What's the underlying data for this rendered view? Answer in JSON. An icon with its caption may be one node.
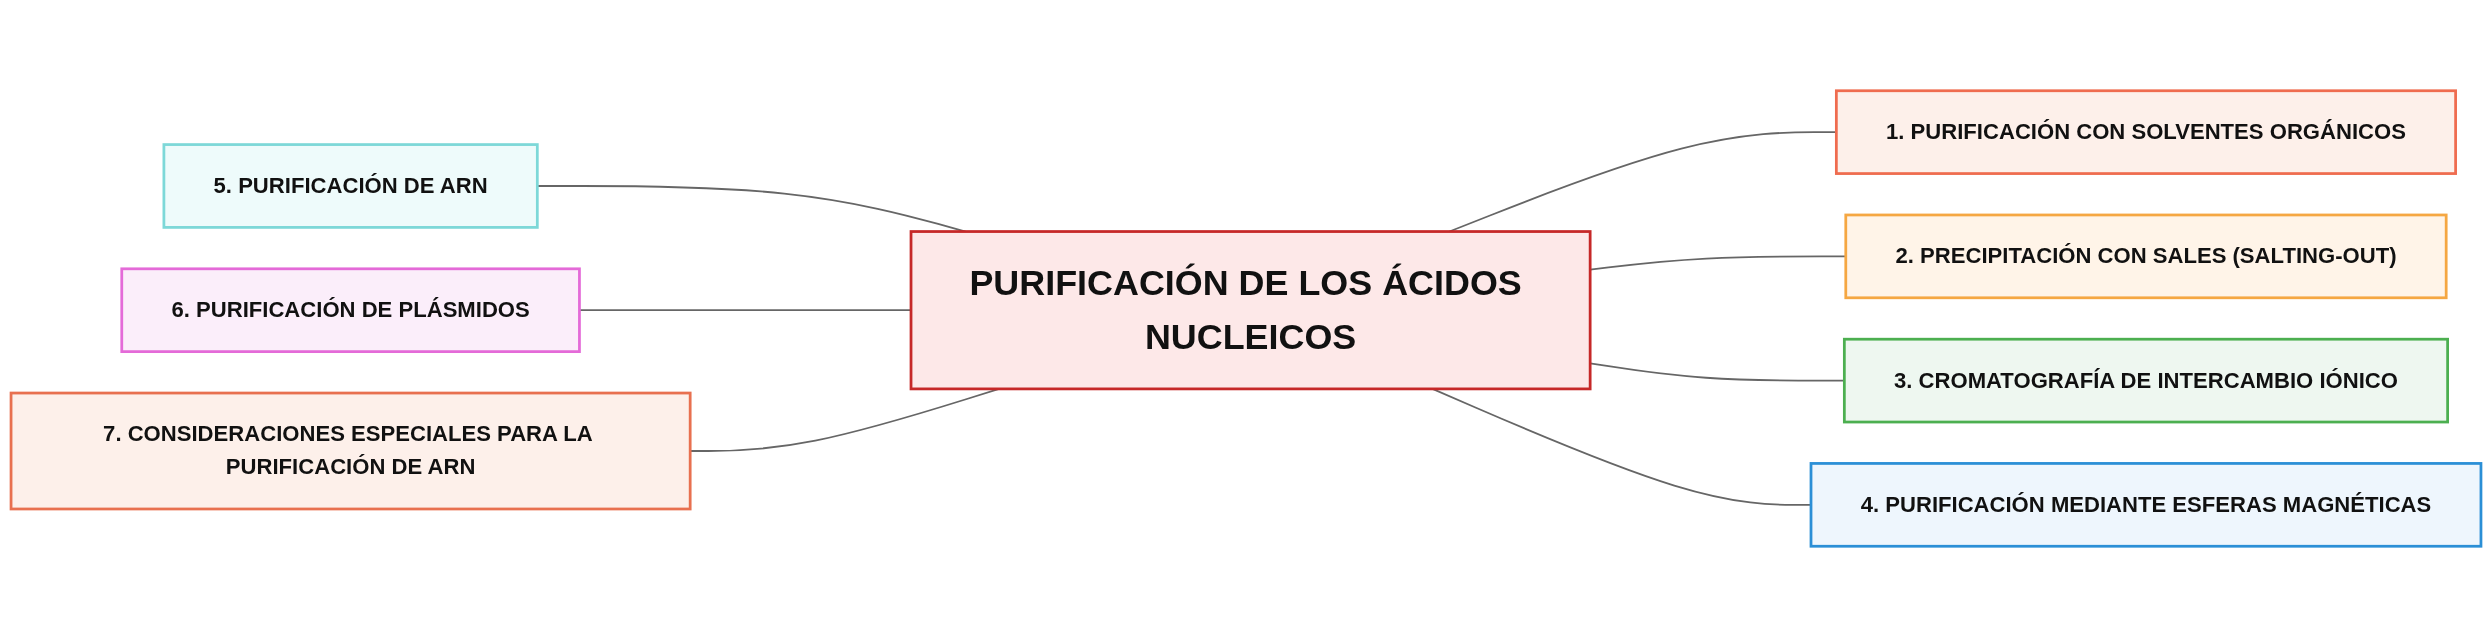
{
  "diagram": {
    "nodes": [
      {
        "text": [
          "PURIFICACIÓN DE LOS ÁCIDOS NUCLEICOS"
        ]
      },
      {
        "text": [
          "1. PURIFICACIÓN CON SOLVENTES ORGÁNICOS"
        ]
      },
      {
        "text": [
          "2. PRECIPITACIÓN CON SALES (SALTING-OUT)"
        ]
      },
      {
        "text": [
          "3. CROMATOGRAFÍA DE INTERCAMBIO IÓNICO"
        ]
      },
      {
        "text": [
          "4. PURIFICACIÓN MEDIANTE ESFERAS MAGNÉTICAS"
        ]
      },
      {
        "text": [
          "5. PURIFICACIÓN DE ARN"
        ]
      },
      {
        "text": [
          "6. PURIFICACIÓN DE PLÁSMIDOS"
        ]
      },
      {
        "text": [
          "7. CONSIDERACIONES ESPECIALES PARA LA PURIFICACIÓN DE ARN"
        ]
      }
    ],
    "edges": [
      {
        "from": 0,
        "to": 1,
        "arrow": "none"
      },
      {
        "from": 0,
        "to": 2,
        "arrow": "none"
      },
      {
        "from": 0,
        "to": 3,
        "arrow": "none"
      },
      {
        "from": 0,
        "to": 4,
        "arrow": "none"
      },
      {
        "from": 0,
        "to": 5,
        "arrow": "none"
      },
      {
        "from": 0,
        "to": 6,
        "arrow": "none"
      },
      {
        "from": 0,
        "to": 7,
        "arrow": "none"
      }
    ]
  }
}
